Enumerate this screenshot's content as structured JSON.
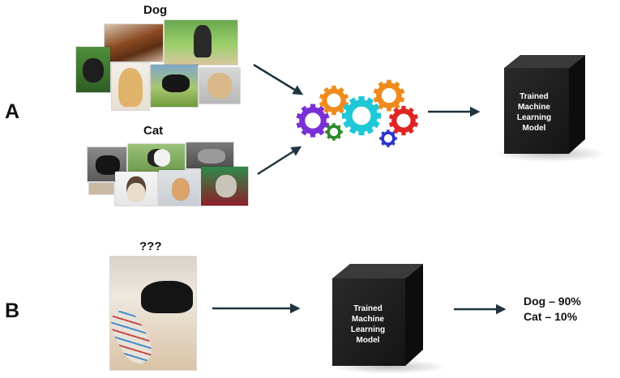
{
  "panels": {
    "a": "A",
    "b": "B"
  },
  "captions": {
    "dog": "Dog",
    "cat": "Cat",
    "unknown": "???"
  },
  "cube": {
    "line1": "Trained",
    "line2": "Machine",
    "line3": "Learning",
    "line4": "Model"
  },
  "results": {
    "dog": "Dog – 90%",
    "cat": "Cat – 10%"
  },
  "colors": {
    "gear_purple": "#7b2fd6",
    "gear_orange": "#f08a1c",
    "gear_cyan": "#1ec8d6",
    "gear_red": "#e02424",
    "gear_green": "#2c8a2c",
    "gear_blue": "#2c33c8",
    "arrow": "#1f3340",
    "cube": "#1b1b1b"
  }
}
